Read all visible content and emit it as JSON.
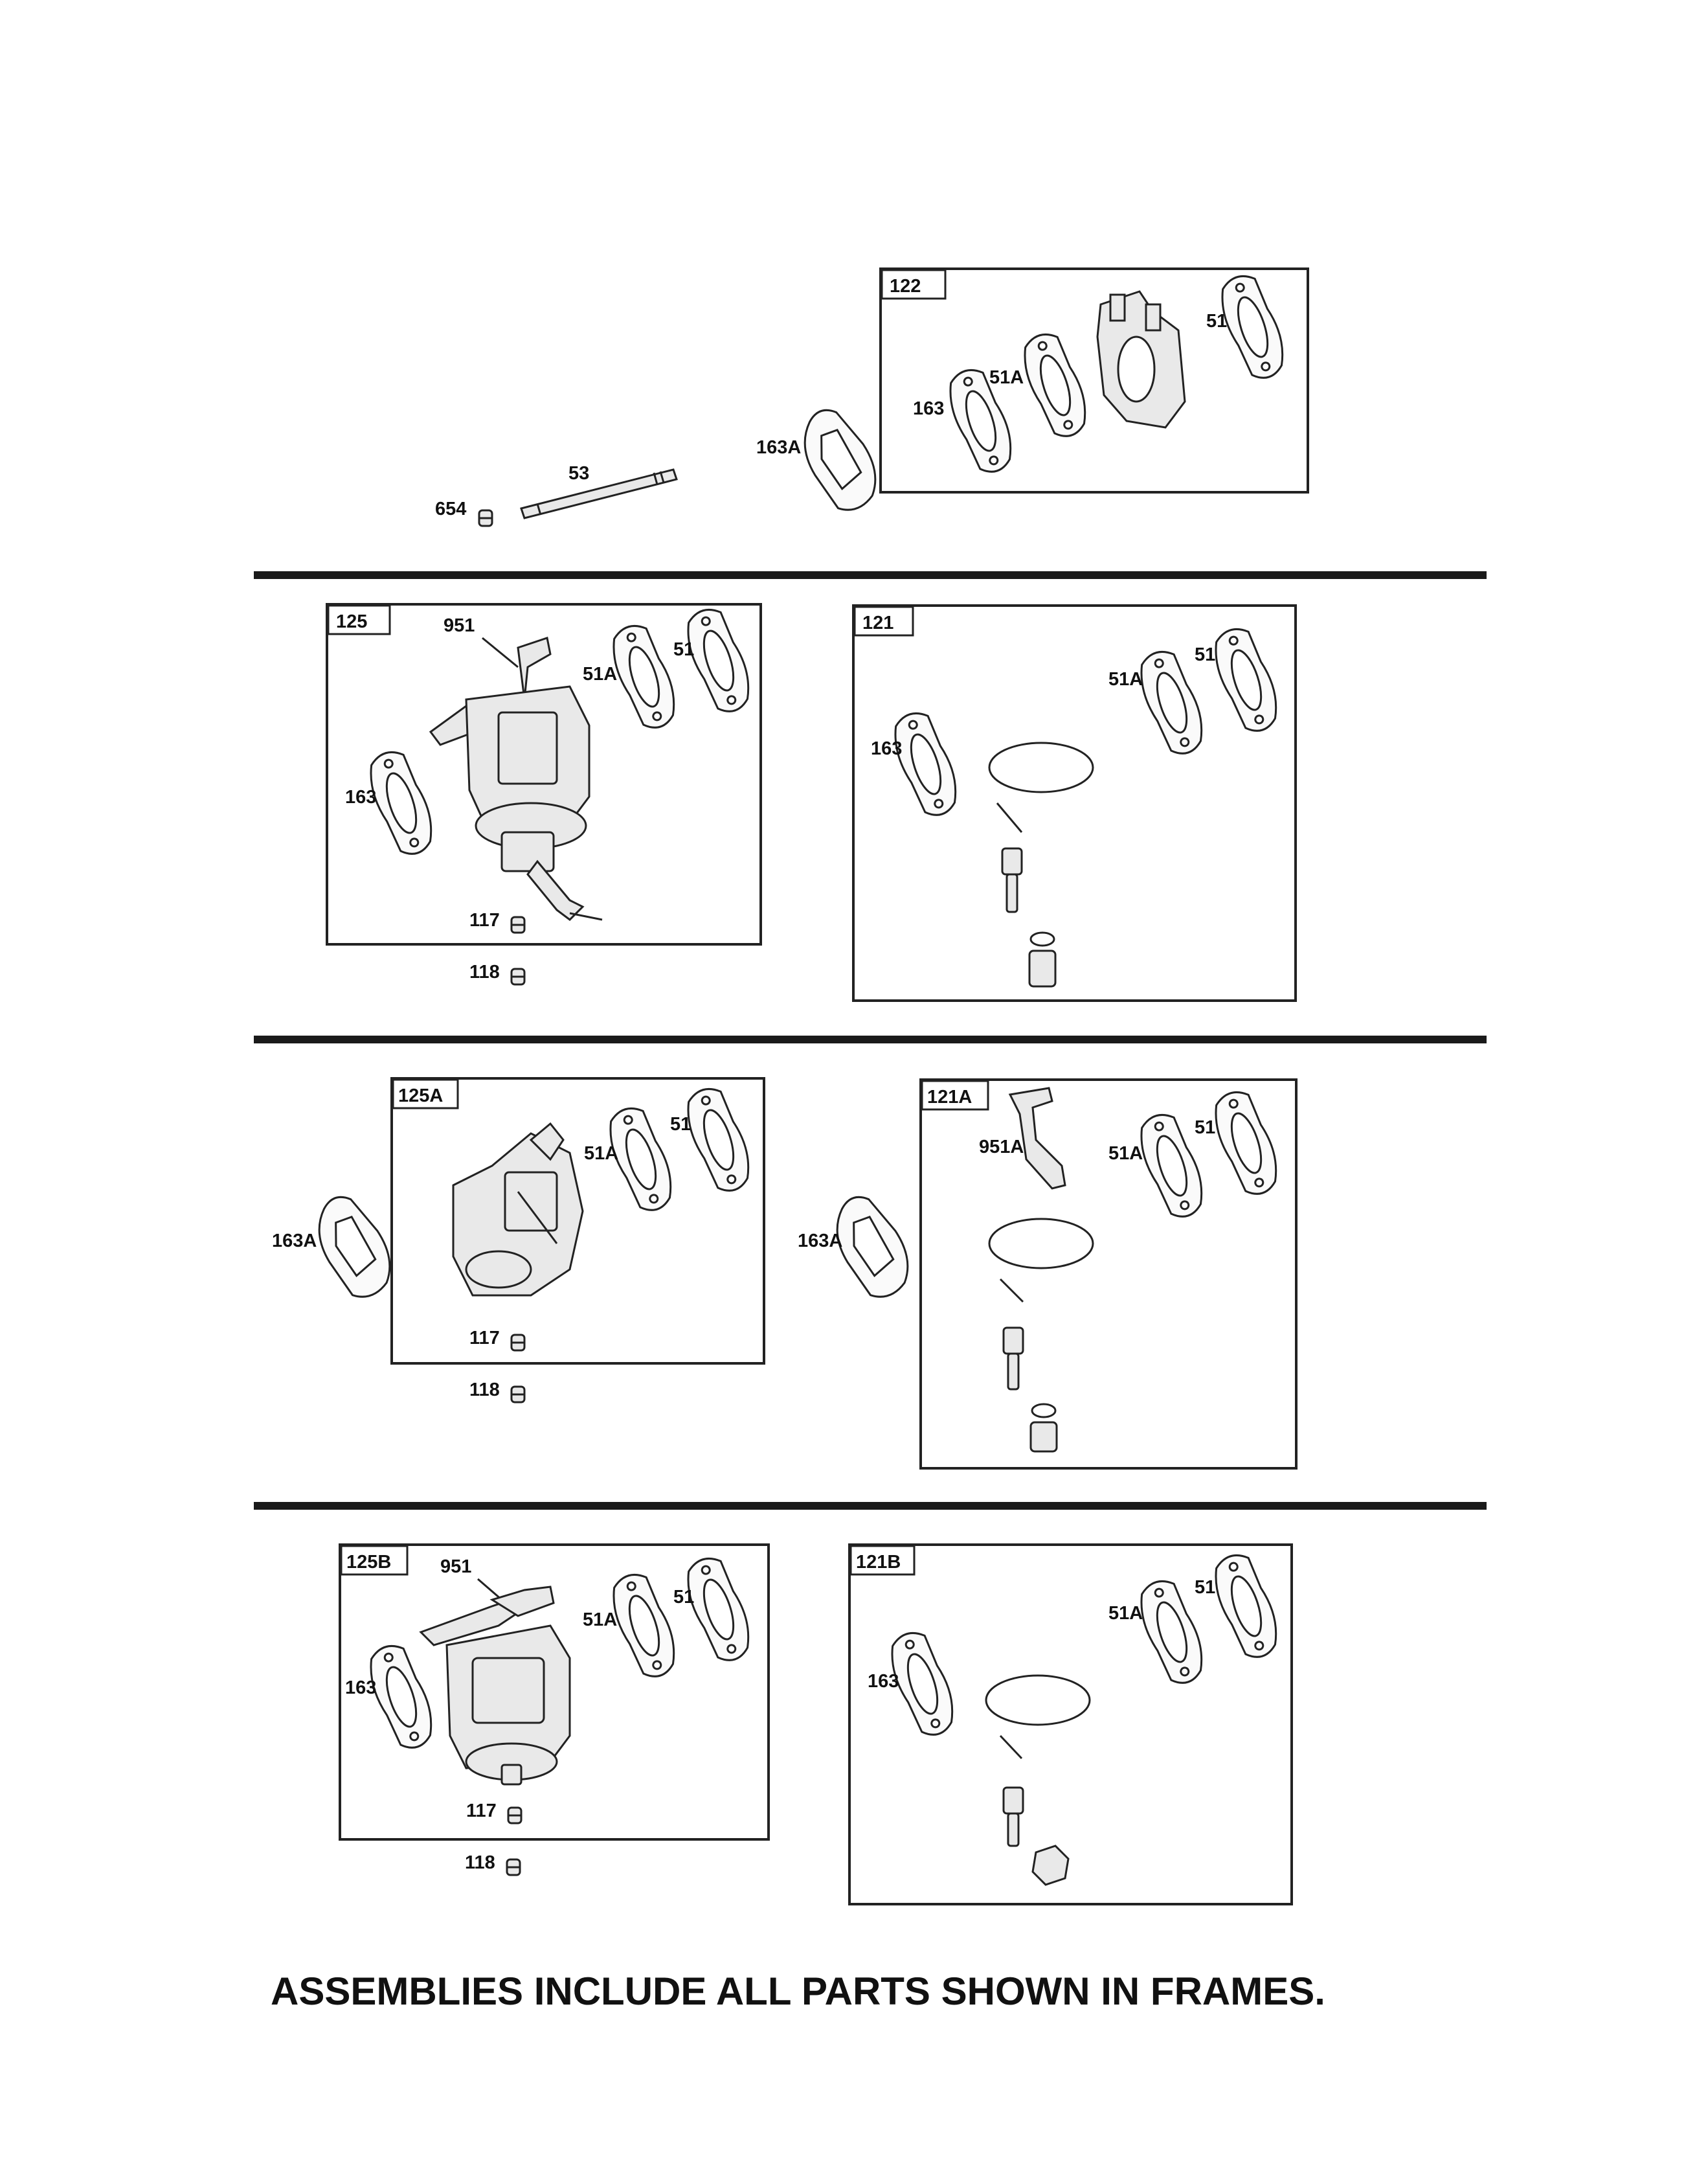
{
  "frames": {
    "f122": "122",
    "f125": "125",
    "f121": "121",
    "f125a": "125A",
    "f121a": "121A",
    "f125b": "125B",
    "f121b": "121B"
  },
  "parts": {
    "p654": "654",
    "p53": "53",
    "p163a": "163A",
    "p163": "163",
    "p51a": "51A",
    "p51": "51",
    "p951": "951",
    "p951a": "951A",
    "p117": "117",
    "p118": "118"
  },
  "footnote": "ASSEMBLIES INCLUDE ALL PARTS SHOWN IN FRAMES."
}
